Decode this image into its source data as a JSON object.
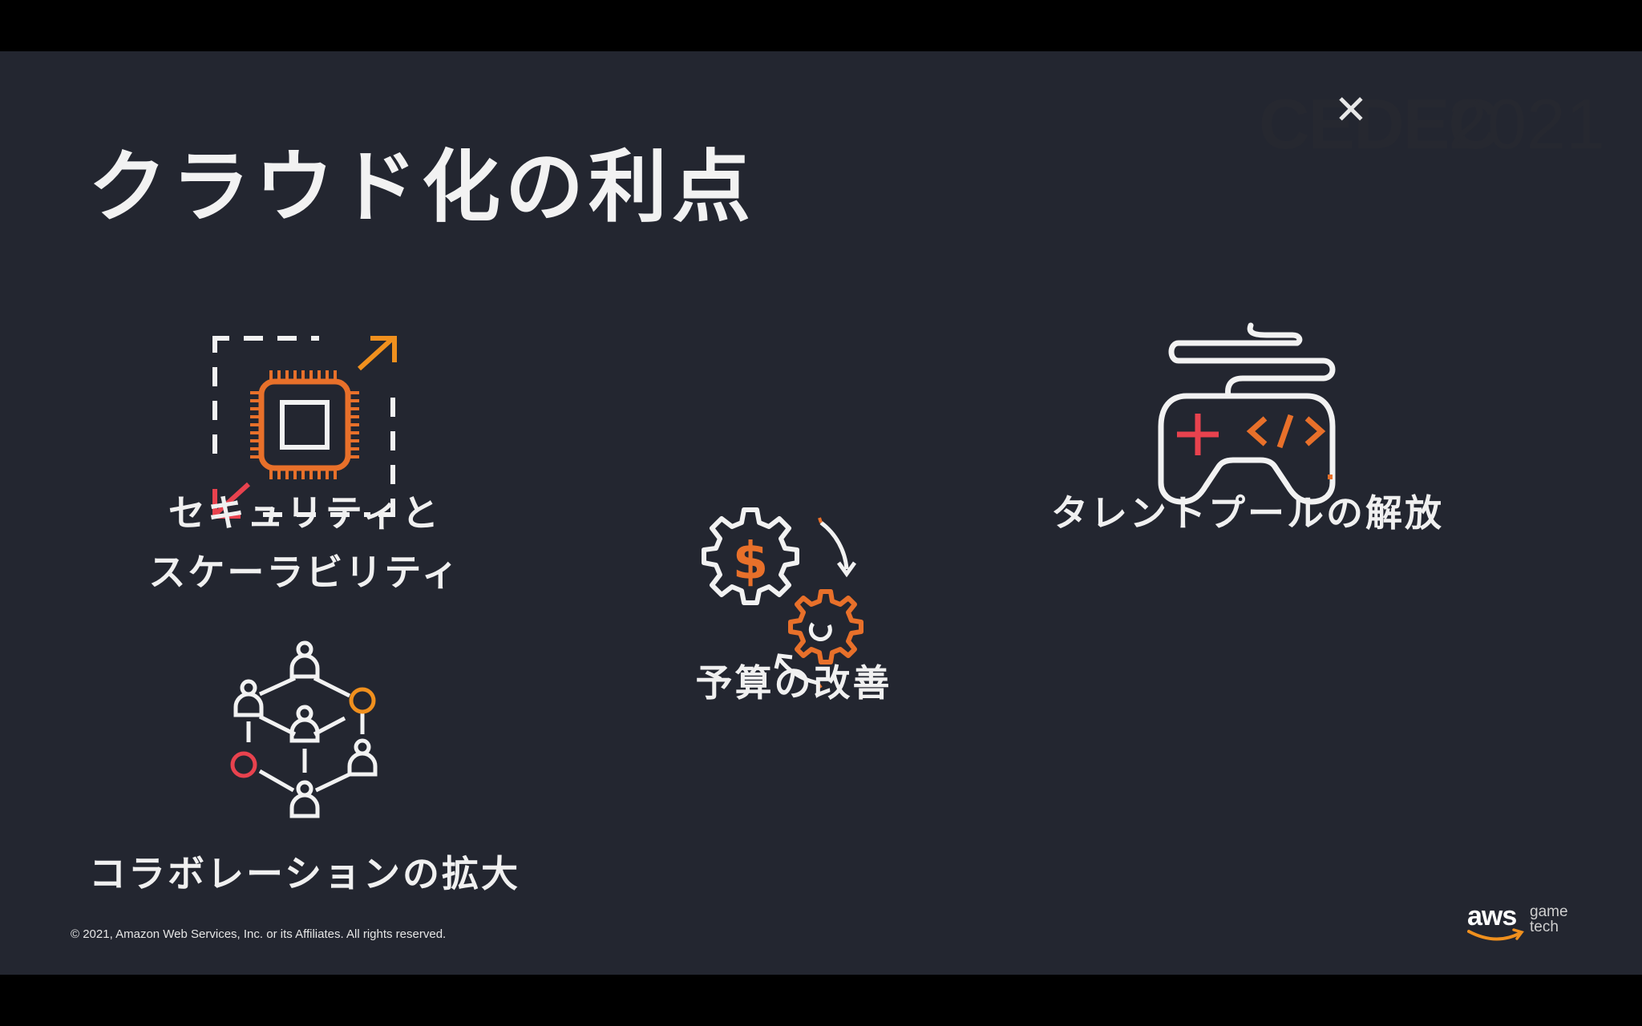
{
  "slide": {
    "title": "クラウド化の利点",
    "items": [
      {
        "label_line1": "セキュリティと",
        "label_line2": "スケーラビリティ",
        "icon": "chip-scale-icon"
      },
      {
        "label": "コラボレーションの拡大",
        "icon": "collaboration-network-icon"
      },
      {
        "label": "予算の改善",
        "icon": "dollar-gears-icon"
      },
      {
        "label": "タレントプールの解放",
        "icon": "game-controller-code-icon"
      }
    ],
    "copyright": "© 2021, Amazon Web Services, Inc. or its Affiliates. All rights reserved."
  },
  "branding": {
    "event_word": "CEDEC",
    "event_year": "2021",
    "aws_word": "aws",
    "aws_sub_line1": "game",
    "aws_sub_line2": "tech"
  },
  "controls": {
    "close_glyph": "✕"
  },
  "colors": {
    "background": "#232630",
    "accent_orange": "#e8702a",
    "accent_amber": "#f0901e",
    "accent_red": "#e8424e",
    "line_white": "#f2f2f2"
  }
}
